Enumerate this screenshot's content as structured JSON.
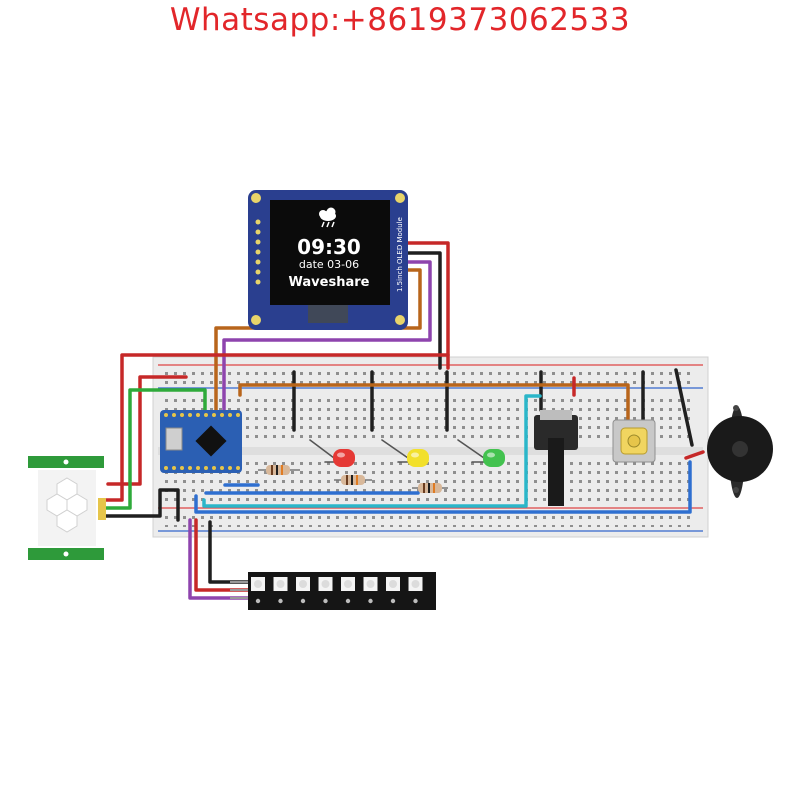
{
  "header": {
    "contact": "Whatsapp:+8619373062533"
  },
  "oled": {
    "time": "09:30",
    "date": "date 03-06",
    "brand": "Waveshare",
    "side_label": "1.5inch OLED Module",
    "weather_icon": "cloud-rain-icon"
  },
  "components": {
    "leds": [
      {
        "color_name": "red",
        "color": "#e53935"
      },
      {
        "color_name": "yellow",
        "color": "#f2e02b"
      },
      {
        "color_name": "green",
        "color": "#43c24f"
      }
    ],
    "led_strip_pixels": 8,
    "icons": [
      "microcontroller-icon",
      "potentiometer-icon",
      "push-button-icon",
      "buzzer-icon",
      "pir-sensor-icon",
      "led-strip-icon"
    ]
  },
  "wire_colors": {
    "red": "#c62828",
    "black": "#1f1f1f",
    "green": "#2eaa3a",
    "purple": "#8e44ad",
    "brown": "#b8651b",
    "cyan": "#2bb6c9",
    "blue": "#2e6fd0",
    "orange": "#e07b22"
  }
}
